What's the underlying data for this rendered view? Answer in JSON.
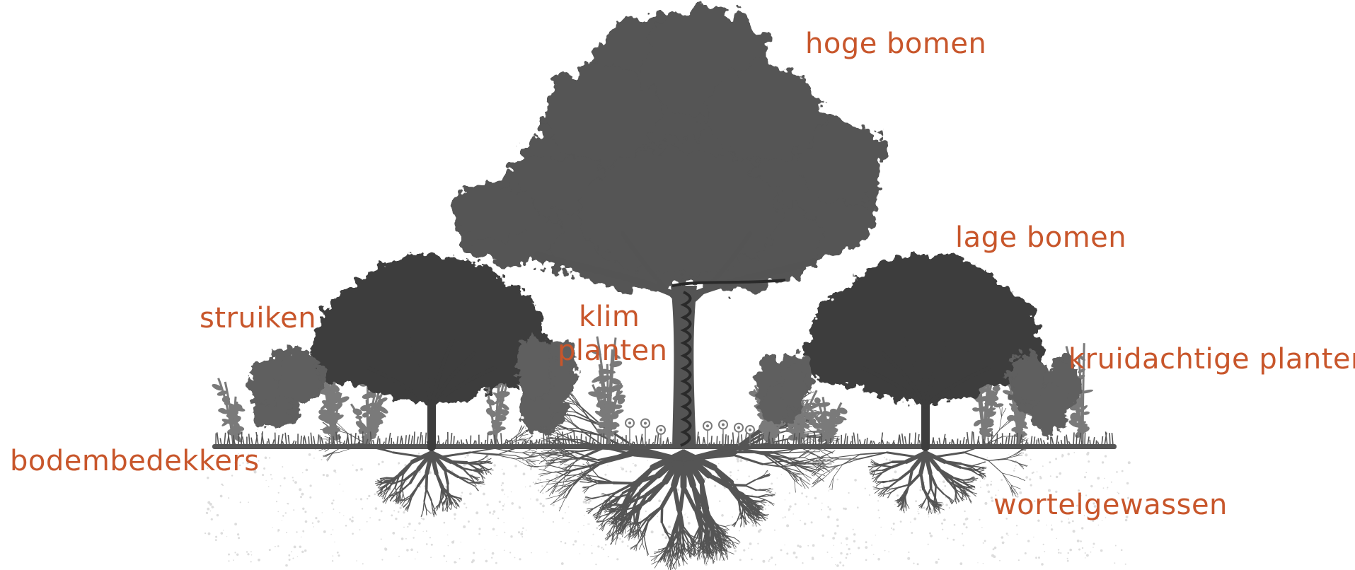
{
  "labels": {
    "tall_trees": "hoge bomen",
    "low_trees": "lage bomen",
    "shrubs": "struiken",
    "climbers_1": "klim",
    "climbers_2": "planten",
    "herbaceous": "kruidachtige planten",
    "ground_cover": "bodembedekkers",
    "root_crops": "wortelgewassen"
  },
  "colors": {
    "label": "#c8562b",
    "tall_tree": "#545454",
    "low_tree": "#3d3d3d",
    "shrub": "#5e5e5e",
    "herb": "#7a7a7a",
    "ground": "#555555",
    "roots": "#555555",
    "soil_speckle": "#dcdcdc"
  }
}
